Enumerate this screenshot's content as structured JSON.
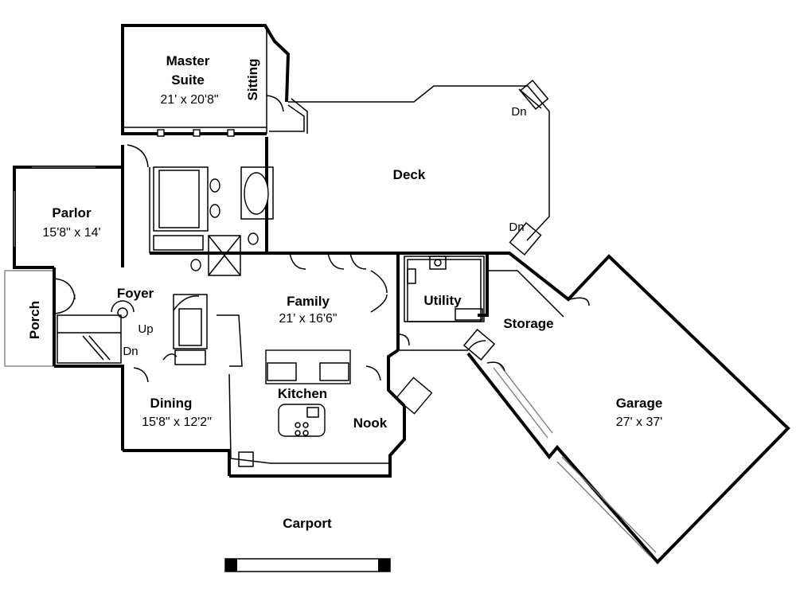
{
  "rooms": {
    "master_suite": {
      "name_line1": "Master",
      "name_line2": "Suite",
      "size": "21' x 20'8\""
    },
    "sitting": {
      "name": "Sitting"
    },
    "deck": {
      "name": "Deck"
    },
    "parlor": {
      "name": "Parlor",
      "size": "15'8\" x 14'"
    },
    "foyer": {
      "name": "Foyer"
    },
    "porch": {
      "name": "Porch"
    },
    "family": {
      "name": "Family",
      "size": "21' x 16'6\""
    },
    "utility": {
      "name": "Utility"
    },
    "storage": {
      "name": "Storage"
    },
    "dining": {
      "name": "Dining",
      "size": "15'8\" x 12'2\""
    },
    "kitchen": {
      "name": "Kitchen"
    },
    "nook": {
      "name": "Nook"
    },
    "garage": {
      "name": "Garage",
      "size": "27' x 37'"
    },
    "carport": {
      "name": "Carport"
    }
  },
  "stairs": {
    "up": "Up",
    "down": "Dn"
  },
  "deck_stairs": {
    "down_upper": "Dn",
    "down_lower": "Dn"
  }
}
